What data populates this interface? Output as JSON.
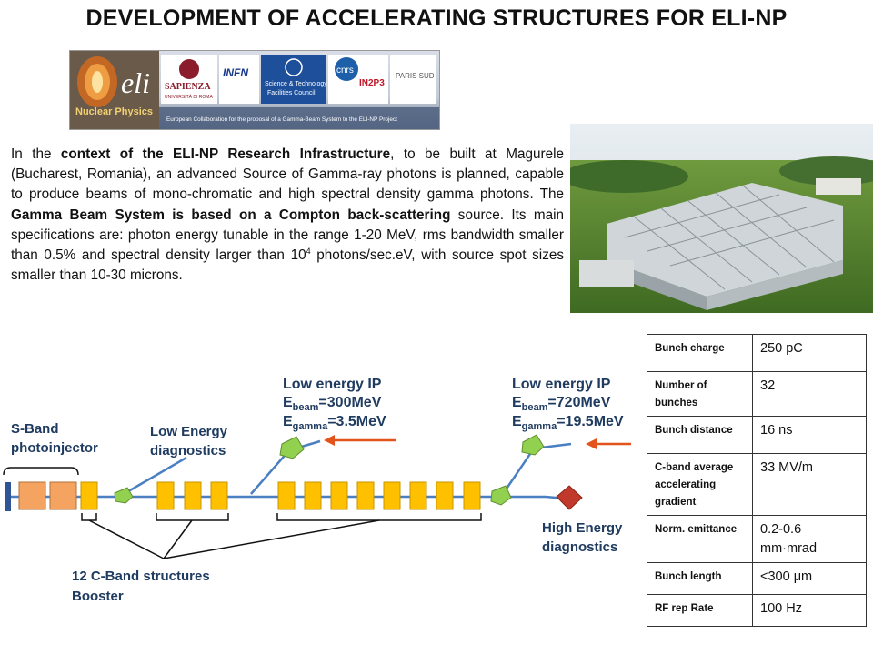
{
  "title": "DEVELOPMENT OF ACCELERATING STRUCTURES FOR ELI-NP",
  "banner": {
    "logos": [
      "eli",
      "Nuclear Physics",
      "SAPIENZA",
      "UNIVERSITÀ DI ROMA",
      "INFN",
      "Science & Technology",
      "Facilities Council",
      "cnrs",
      "IN2P3",
      "PARIS SUD"
    ],
    "caption": "European Collaboration for the proposal of a Gamma-Beam System to the ELI-NP Project"
  },
  "intro": {
    "p1": "In the ",
    "b1": "context of the ELI-NP Research Infrastructure",
    "p2": ", to be built at Magurele (Bucharest, Romania), an advanced Source of Gamma-ray photons is planned, capable to produce beams of mono-chromatic and high spectral density gamma photons. The ",
    "b2": "Gamma Beam System is based on a Compton back-scattering",
    "p3": " source. Its main specifications are: photon energy tunable in the range 1-20 MeV, rms bandwidth smaller than 0.5% and spectral density larger than 10",
    "sup": "4",
    "p4": " photons/sec.eV, with source spot sizes smaller than 10-30 microns."
  },
  "diagram": {
    "sband_line1": "S-Band",
    "sband_line2": "photoinjector",
    "le_diag_line1": "Low Energy",
    "le_diag_line2": "diagnostics",
    "lowip1": {
      "title": "Low energy IP",
      "beam_sym": "E",
      "beam_sub": "beam",
      "beam_val": "=300MeV",
      "gamma_sym": "E",
      "gamma_sub": "gamma",
      "gamma_val": "=3.5MeV"
    },
    "lowip2": {
      "title": "Low energy IP",
      "beam_sym": "E",
      "beam_sub": "beam",
      "beam_val": "=720MeV",
      "gamma_sym": "E",
      "gamma_sub": "gamma",
      "gamma_val": "=19.5MeV"
    },
    "he_diag_line1": "High Energy",
    "he_diag_line2": "diagnostics",
    "cband_line1": "12 C-Band structures",
    "cband_line2": "Booster",
    "colors": {
      "label_blue": "#1f3b60",
      "structure": "#ffc000",
      "sband": "#f4a460",
      "diag": "#92d050",
      "he_dump": "#c0392b",
      "laser": "#e2541c",
      "beamline": "#4a7fc1"
    }
  },
  "specs": [
    {
      "label": "Bunch charge",
      "value": "250 pC"
    },
    {
      "label": "Number of bunches",
      "value": "32"
    },
    {
      "label": "Bunch distance",
      "value": "16 ns"
    },
    {
      "label": "C-band average accelerating gradient",
      "value": "33 MV/m"
    },
    {
      "label": "Norm. emittance",
      "value": "0.2-0.6 mm·mrad"
    },
    {
      "label": "Bunch length",
      "value": "<300 μm"
    },
    {
      "label": "RF rep Rate",
      "value": "100 Hz"
    }
  ]
}
